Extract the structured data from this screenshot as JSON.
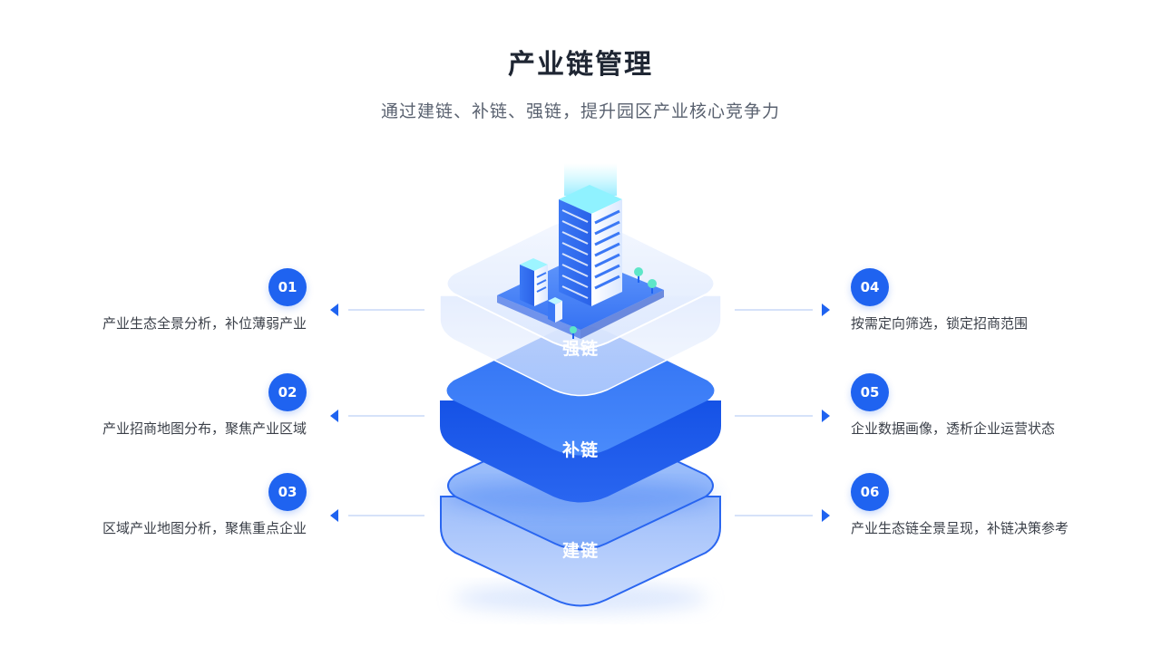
{
  "header": {
    "title": "产业链管理",
    "subtitle": "通过建链、补链、强链，提升园区产业核心竞争力"
  },
  "layers": [
    {
      "label": "强链"
    },
    {
      "label": "补链"
    },
    {
      "label": "建链"
    }
  ],
  "points_left": [
    {
      "num": "01",
      "text": "产业生态全景分析，补位薄弱产业"
    },
    {
      "num": "02",
      "text": "产业招商地图分布，聚焦产业区域"
    },
    {
      "num": "03",
      "text": "区域产业地图分析，聚焦重点企业"
    }
  ],
  "points_right": [
    {
      "num": "04",
      "text": "按需定向筛选，锁定招商范围"
    },
    {
      "num": "05",
      "text": "企业数据画像，透析企业运营状态"
    },
    {
      "num": "06",
      "text": "产业生态链全景呈现，补链决策参考"
    }
  ],
  "colors": {
    "primary": "#1f63f0",
    "layer_mid": "#3d7ff8",
    "layer_bottom": "#8fb6fb",
    "layer_top": "#e8effd"
  }
}
